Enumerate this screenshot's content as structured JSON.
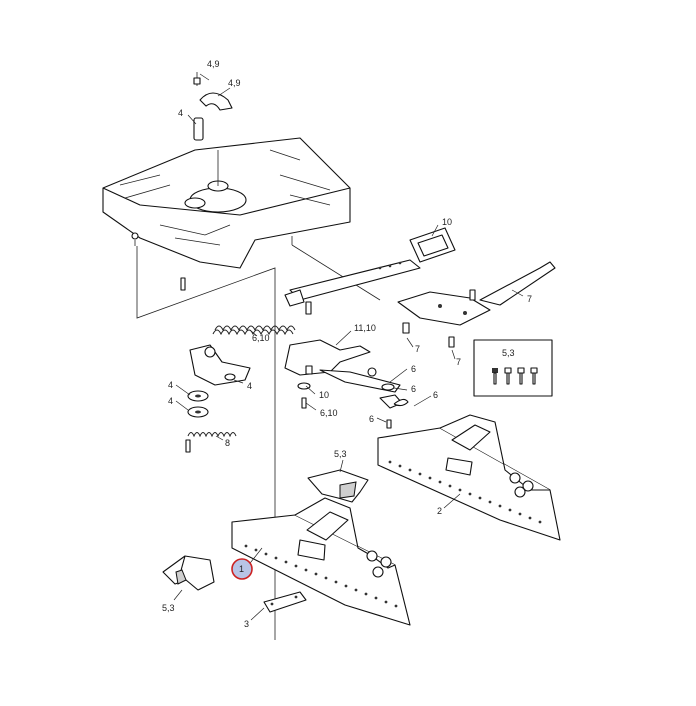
{
  "labels": {
    "l_49a": "4,9",
    "l_49b": "4,9",
    "l_4a": "4",
    "l_10a": "10",
    "l_7a": "7",
    "l_610a": "6,10",
    "l_1110": "11,10",
    "l_7b": "7",
    "l_7c": "7",
    "l_53a": "5,3",
    "l_4b": "4",
    "l_4c": "4",
    "l_4d": "4",
    "l_8": "8",
    "l_6a": "6",
    "l_10b": "10",
    "l_6b": "6",
    "l_6c": "6",
    "l_610b": "6,10",
    "l_6d": "6",
    "l_53b": "5,3",
    "l_2": "2",
    "l_1": "1",
    "l_53c": "5,3",
    "l_3": "3"
  },
  "highlight": {
    "callout": "1",
    "color": "#cc2222",
    "fill": "#b8c4e6"
  }
}
